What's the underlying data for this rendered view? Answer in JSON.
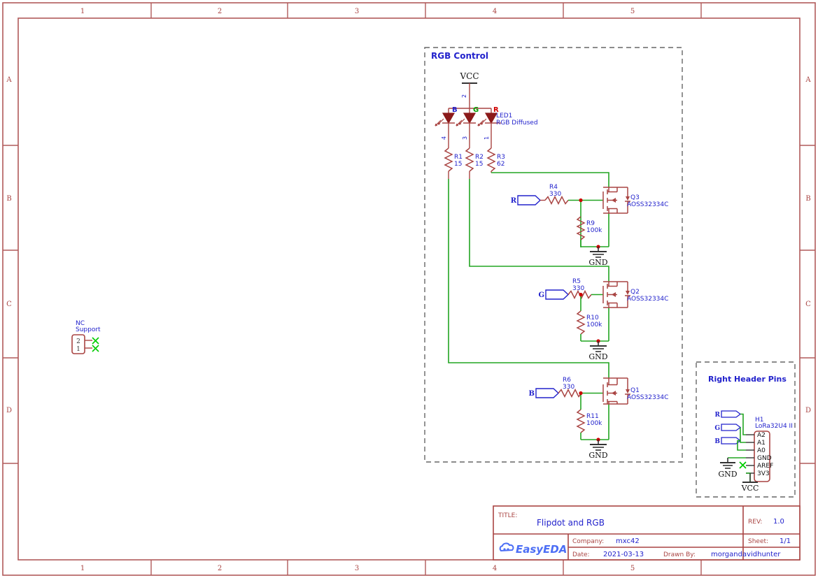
{
  "sheet": {
    "border_columns": [
      "1",
      "2",
      "3",
      "4",
      "5"
    ],
    "border_rows": [
      "A",
      "B",
      "C",
      "D"
    ],
    "frame_color": "#b05a5a"
  },
  "blocks": {
    "rgb_control": {
      "title": "RGB Control"
    },
    "right_header": {
      "title": "Right Header Pins"
    }
  },
  "power": {
    "vcc": "VCC",
    "gnd": "GND"
  },
  "nc_support": {
    "label_line1": "NC",
    "label_line2": "Support",
    "pin2": "2",
    "pin1": "1"
  },
  "led": {
    "designator": "LED1",
    "value": "RGB Diffused",
    "pin_common": "2",
    "seg_b_label": "B",
    "seg_g_label": "G",
    "seg_r_label": "R",
    "pin_b": "4",
    "pin_g": "3",
    "pin_r": "1",
    "color_b": "#2020c0",
    "color_g": "#00a000",
    "color_r": "#d00000"
  },
  "resistors": [
    {
      "ref": "R1",
      "value": "15"
    },
    {
      "ref": "R2",
      "value": "15"
    },
    {
      "ref": "R3",
      "value": "62"
    },
    {
      "ref": "R4",
      "value": "330"
    },
    {
      "ref": "R5",
      "value": "330"
    },
    {
      "ref": "R6",
      "value": "330"
    },
    {
      "ref": "R9",
      "value": "100k"
    },
    {
      "ref": "R10",
      "value": "100k"
    },
    {
      "ref": "R11",
      "value": "100k"
    }
  ],
  "mosfets": [
    {
      "ref": "Q3",
      "part": "AOSS32334C"
    },
    {
      "ref": "Q2",
      "part": "AOSS32334C"
    },
    {
      "ref": "Q1",
      "part": "AOSS32334C"
    }
  ],
  "net_labels": {
    "r": "R",
    "g": "G",
    "b": "B"
  },
  "gnd_labels": {
    "q3": "GND",
    "q2": "GND",
    "q1": "GND",
    "header": "GND"
  },
  "header": {
    "designator": "H1",
    "part": "LoRa32U4 II",
    "pins": [
      "A2",
      "A1",
      "A0",
      "GND",
      "AREF",
      "3V3"
    ],
    "net_r": "R",
    "net_g": "G",
    "net_b": "B",
    "gnd_label": "GND",
    "vcc_label": "VCC"
  },
  "title_block": {
    "title_caption": "TITLE:",
    "title_value": "Flipdot and RGB",
    "rev_caption": "REV:",
    "rev_value": "1.0",
    "company_caption": "Company:",
    "company_value": "mxc42",
    "sheet_caption": "Sheet:",
    "sheet_value": "1/1",
    "date_caption": "Date:",
    "date_value": "2021-03-13",
    "drawn_caption": "Drawn By:",
    "drawn_value": "morgandavidhunter",
    "logo_text": "EasyEDA"
  },
  "colors": {
    "wire_green": "#22a522",
    "symbol_red": "#a94442",
    "text_blue": "#2222cc",
    "junction": "#cc0000",
    "dash_gray": "#666666",
    "frame": "#b05a5a",
    "logo_blue": "#4c6ef5"
  }
}
